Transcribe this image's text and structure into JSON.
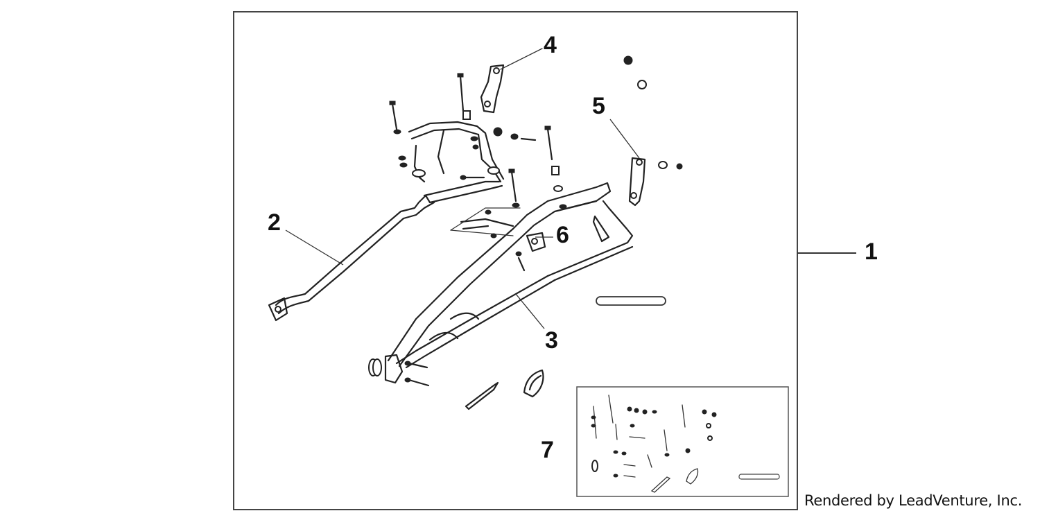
{
  "callouts": [
    {
      "id": "1",
      "label": "1"
    },
    {
      "id": "2",
      "label": "2"
    },
    {
      "id": "3",
      "label": "3"
    },
    {
      "id": "4",
      "label": "4"
    },
    {
      "id": "5",
      "label": "5"
    },
    {
      "id": "6",
      "label": "6"
    },
    {
      "id": "7",
      "label": "7"
    }
  ],
  "footer": {
    "credit": "Rendered by LeadVenture, Inc."
  }
}
